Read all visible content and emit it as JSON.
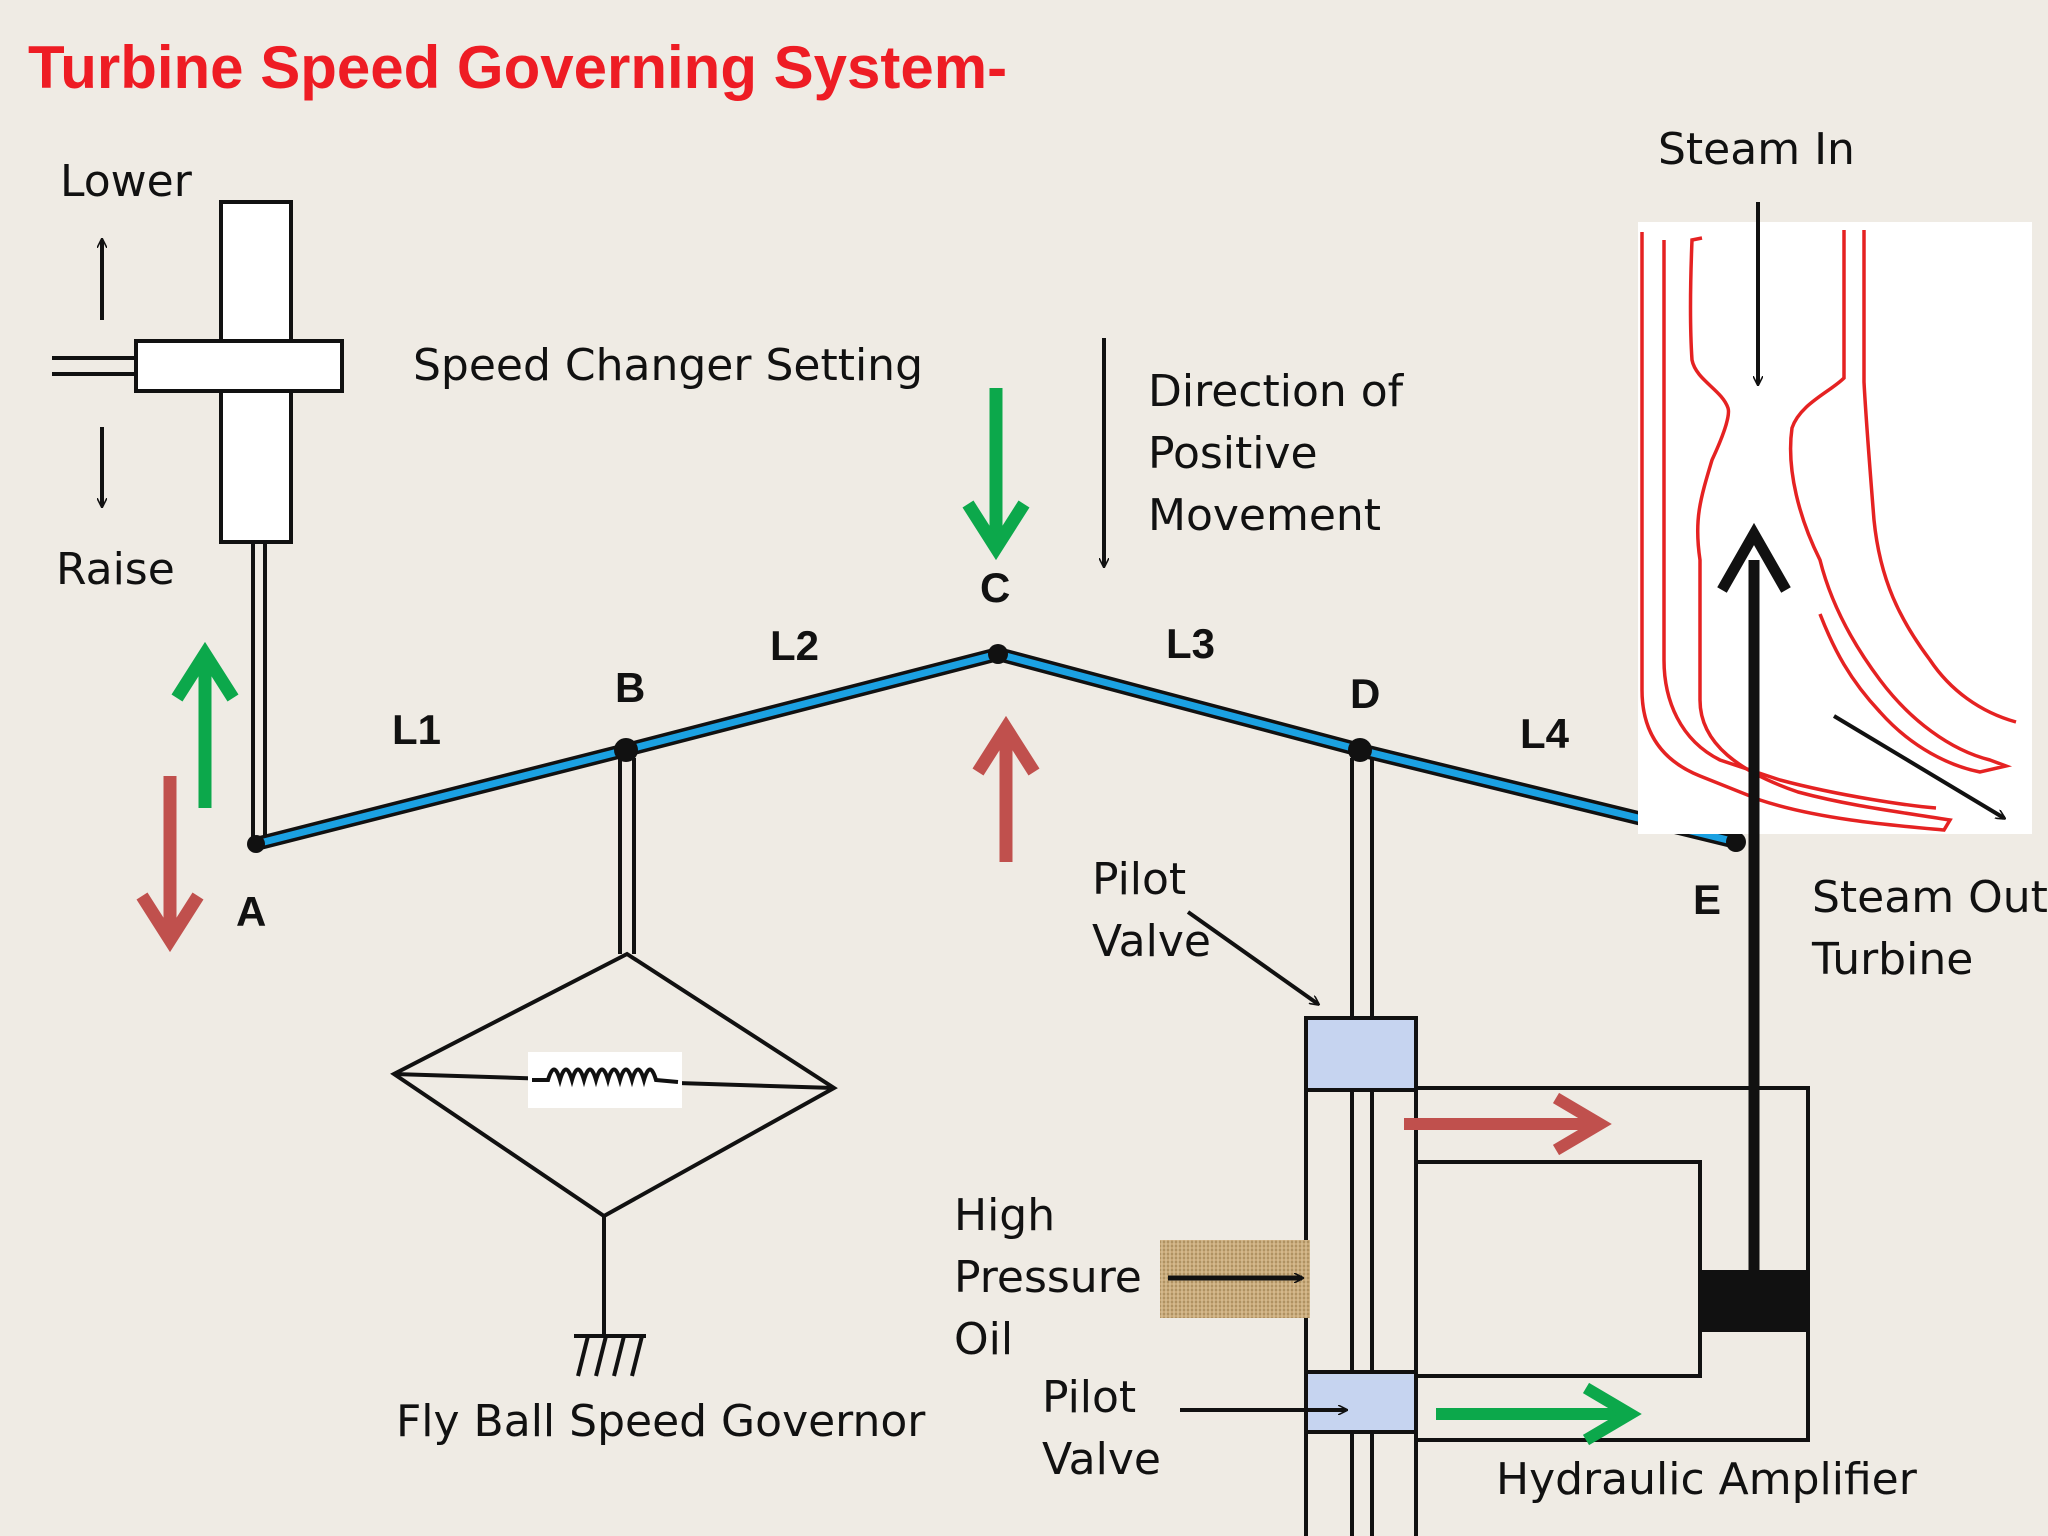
{
  "title": "Turbine Speed Governing System-",
  "colors": {
    "title": "#ee1c24",
    "background": "#efebe4",
    "lever": "#1ba1e2",
    "green_arrow": "#0ca84b",
    "red_arrow": "#c0504d",
    "nozzle_outline": "#e52222",
    "valve_fill": "#c6d4f0",
    "oil_texture": "#c8a878"
  },
  "speed_changer": {
    "lower_label": "Lower",
    "raise_label": "Raise",
    "setting_label": "Speed Changer Setting"
  },
  "points": {
    "a": "A",
    "b": "B",
    "c": "C",
    "d": "D",
    "e": "E"
  },
  "links": {
    "l1": "L1",
    "l2": "L2",
    "l3": "L3",
    "l4": "L4"
  },
  "direction_note": {
    "line1": "Direction of",
    "line2": "Positive",
    "line3": "Movement"
  },
  "governor_label": "Fly Ball Speed Governor",
  "pilot_valve_upper": {
    "line1": "Pilot",
    "line2": "Valve"
  },
  "pilot_valve_lower": {
    "line1": "Pilot",
    "line2": "Valve"
  },
  "high_pressure_oil": {
    "line1": "High",
    "line2": "Pressure",
    "line3": "Oil"
  },
  "hydraulic_amplifier_label": "Hydraulic Amplifier",
  "steam_in_label": "Steam In",
  "steam_out": {
    "line1": "Steam Out",
    "line2": "Turbine"
  },
  "icons": [
    "up-arrow-icon",
    "down-arrow-icon",
    "spring-icon",
    "ground-icon"
  ]
}
